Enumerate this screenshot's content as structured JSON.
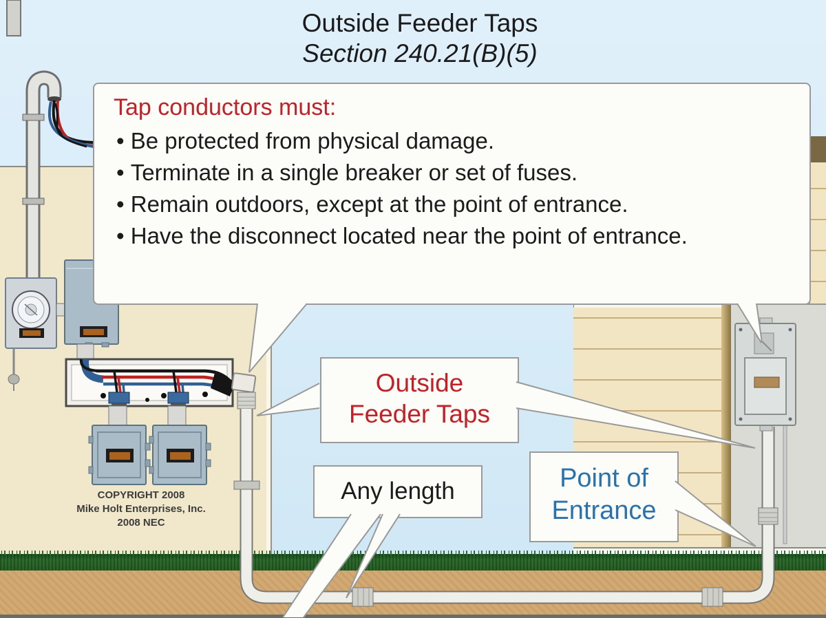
{
  "title": {
    "line1": "Outside Feeder Taps",
    "line2": "Section 240.21(B)(5)"
  },
  "callout": {
    "heading": "Tap conductors must:",
    "bullets": [
      "Be protected from physical damage.",
      "Terminate in a single breaker or set of fuses.",
      "Remain outdoors, except at the point of entrance.",
      "Have the disconnect located near the point of entrance."
    ]
  },
  "labels": {
    "outside_feeder_taps": {
      "line1": "Outside",
      "line2": "Feeder Taps"
    },
    "any_length": "Any length",
    "point_of_entrance": {
      "line1": "Point of",
      "line2": "Entrance"
    }
  },
  "copyright": {
    "line1": "COPYRIGHT 2008",
    "line2": "Mike Holt Enterprises, Inc.",
    "line3": "2008 NEC"
  },
  "colors": {
    "accent_red": "#c22127",
    "accent_blue": "#2a72ac",
    "sky": "#d7eaf7",
    "wall_cream": "#f1e7ca",
    "siding_tan": "#f1e5c3",
    "grass_green": "#2e6b2d",
    "dirt_tan": "#d2a873",
    "wire_black": "#151515",
    "wire_red": "#bb2222",
    "wire_blue": "#2f5f93"
  }
}
